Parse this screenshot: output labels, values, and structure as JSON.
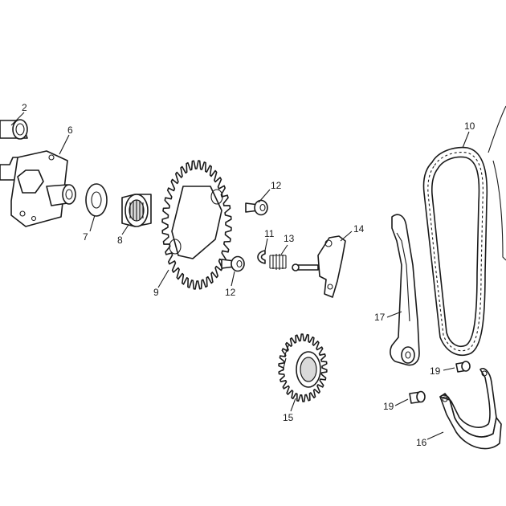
{
  "callouts": {
    "c2": "2",
    "c6": "6",
    "c7": "7",
    "c8": "8",
    "c9": "9",
    "c10": "10",
    "c11": "11",
    "c12a": "12",
    "c12b": "12",
    "c13": "13",
    "c14": "14",
    "c15": "15",
    "c16": "16",
    "c17": "17",
    "c19a": "19",
    "c19b": "19"
  },
  "colors": {
    "line": "#1a1a1a",
    "background": "#ffffff",
    "shade": "#d9d9d9"
  }
}
